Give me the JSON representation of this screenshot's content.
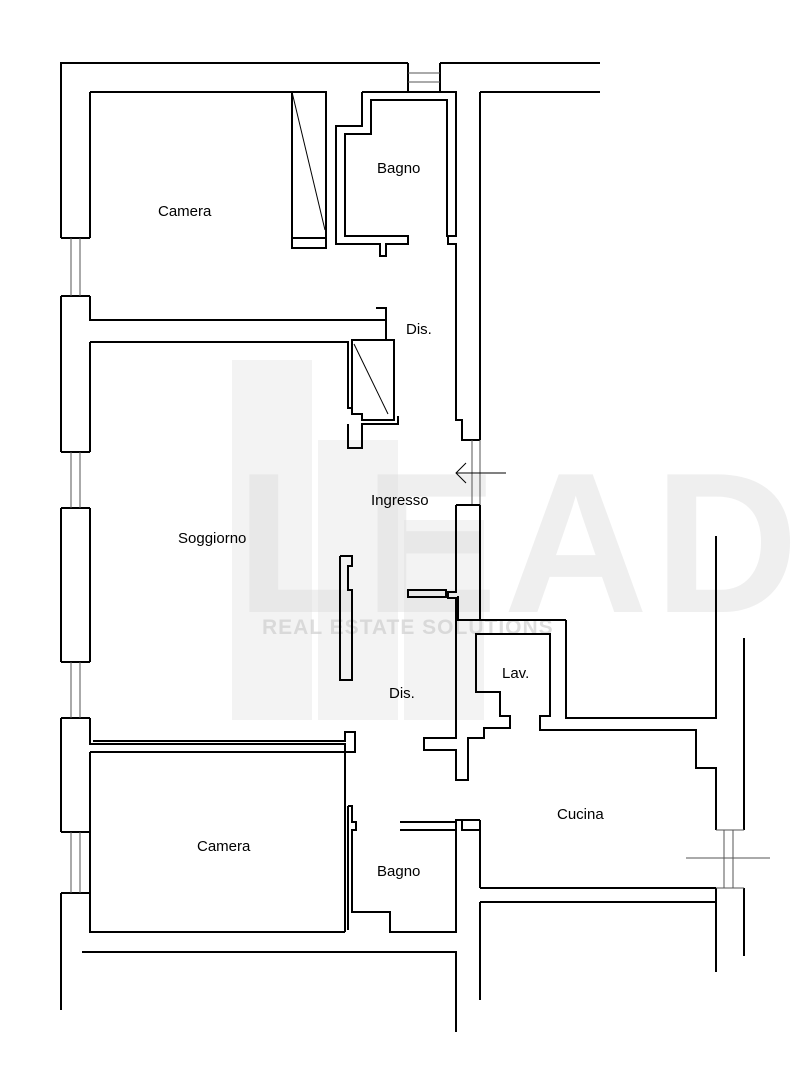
{
  "floorplan": {
    "rooms": {
      "camera_top": "Camera",
      "bagno_top": "Bagno",
      "dis_top": "Dis.",
      "ingresso": "Ingresso",
      "soggiorno": "Soggiorno",
      "dis_bottom": "Dis.",
      "lav": "Lav.",
      "cucina": "Cucina",
      "camera_bottom": "Camera",
      "bagno_bottom": "Bagno"
    },
    "watermark": {
      "logo_text": "LEAD",
      "tagline": "REAL ESTATE SOLUTIONS"
    }
  }
}
